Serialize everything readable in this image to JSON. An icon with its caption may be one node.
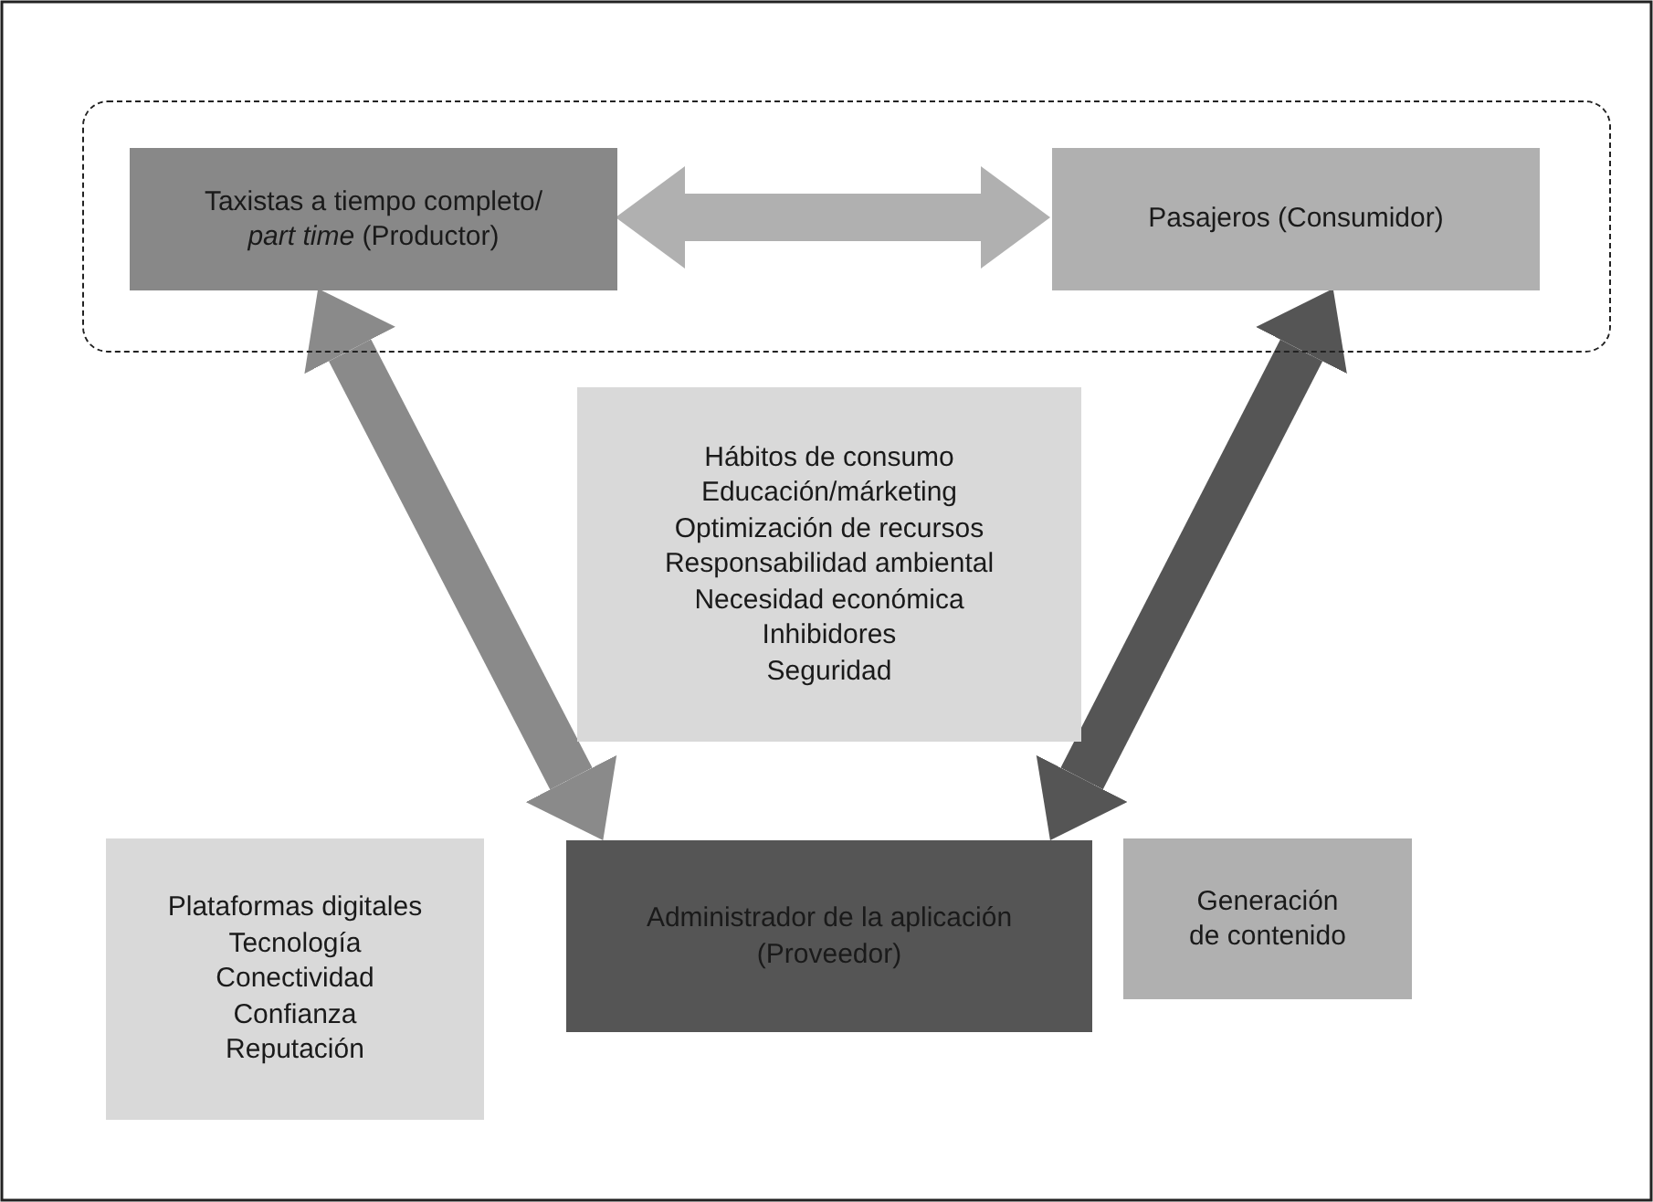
{
  "diagram": {
    "nodes": [
      {
        "text": [],
        "shape": "box"
      },
      {
        "text": [
          "Taxistas a tiempo completo/ *part time* (Productor)"
        ],
        "in": 0
      },
      {
        "text": [
          "Pasajeros (Consumidor)"
        ],
        "in": 0
      },
      {
        "text": [
          "Hábitos de consumo",
          "Educación/márketing",
          "Optimización de recursos",
          "Responsabilidad ambiental",
          "Necesidad económica",
          "Inhibidores",
          "Seguridad"
        ]
      },
      {
        "text": [
          "Plataformas digitales",
          "Tecnología",
          "Conectividad",
          "Confianza",
          "Reputación"
        ]
      },
      {
        "text": [
          "Administrador de la aplicación (Proveedor)"
        ]
      },
      {
        "text": [
          "Generación de contenido"
        ]
      }
    ],
    "edges": [
      {
        "from": 1,
        "to": 2,
        "arrow": "both",
        "color": "#b0b0b0"
      },
      {
        "from": 1,
        "to": 5,
        "arrow": "both",
        "color": "#8a8a8a"
      },
      {
        "from": 2,
        "to": 5,
        "arrow": "both",
        "color": "#555555"
      }
    ]
  }
}
